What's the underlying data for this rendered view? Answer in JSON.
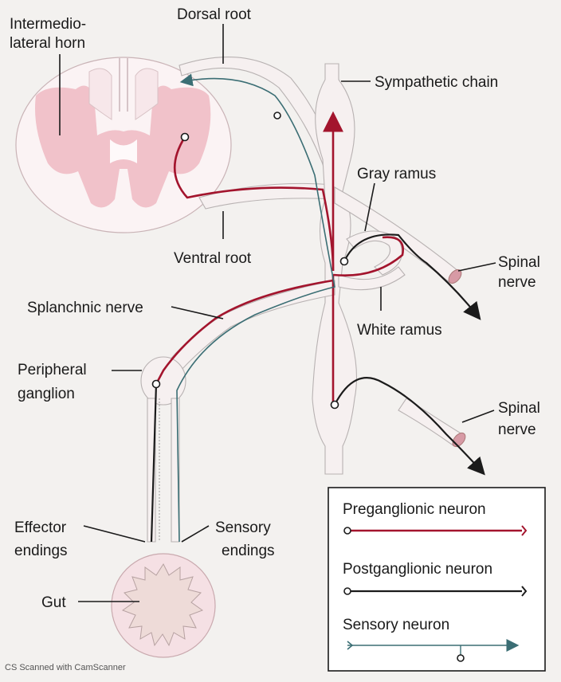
{
  "labels": {
    "intermediolateral_horn": [
      "Intermedio-",
      "lateral horn"
    ],
    "dorsal_root": "Dorsal root",
    "sympathetic_chain": "Sympathetic chain",
    "gray_ramus": "Gray ramus",
    "ventral_root": "Ventral root",
    "spinal_nerve_upper": [
      "Spinal",
      "nerve"
    ],
    "splanchnic_nerve": "Splanchnic nerve",
    "white_ramus": "White ramus",
    "peripheral_ganglion": [
      "Peripheral",
      "ganglion"
    ],
    "spinal_nerve_lower": [
      "Spinal",
      "nerve"
    ],
    "effector_endings": [
      "Effector",
      "endings"
    ],
    "sensory_endings": [
      "Sensory",
      "endings"
    ],
    "gut": "Gut"
  },
  "legend": {
    "preganglionic": "Preganglionic neuron",
    "postganglionic": "Postganglionic neuron",
    "sensory": "Sensory neuron"
  },
  "colors": {
    "preganglionic": "#a3142d",
    "postganglionic": "#1b1b1b",
    "sensory": "#3b6e74",
    "spinal_cord": "#f3dfe2"
  },
  "footer": "CS Scanned with CamScanner"
}
